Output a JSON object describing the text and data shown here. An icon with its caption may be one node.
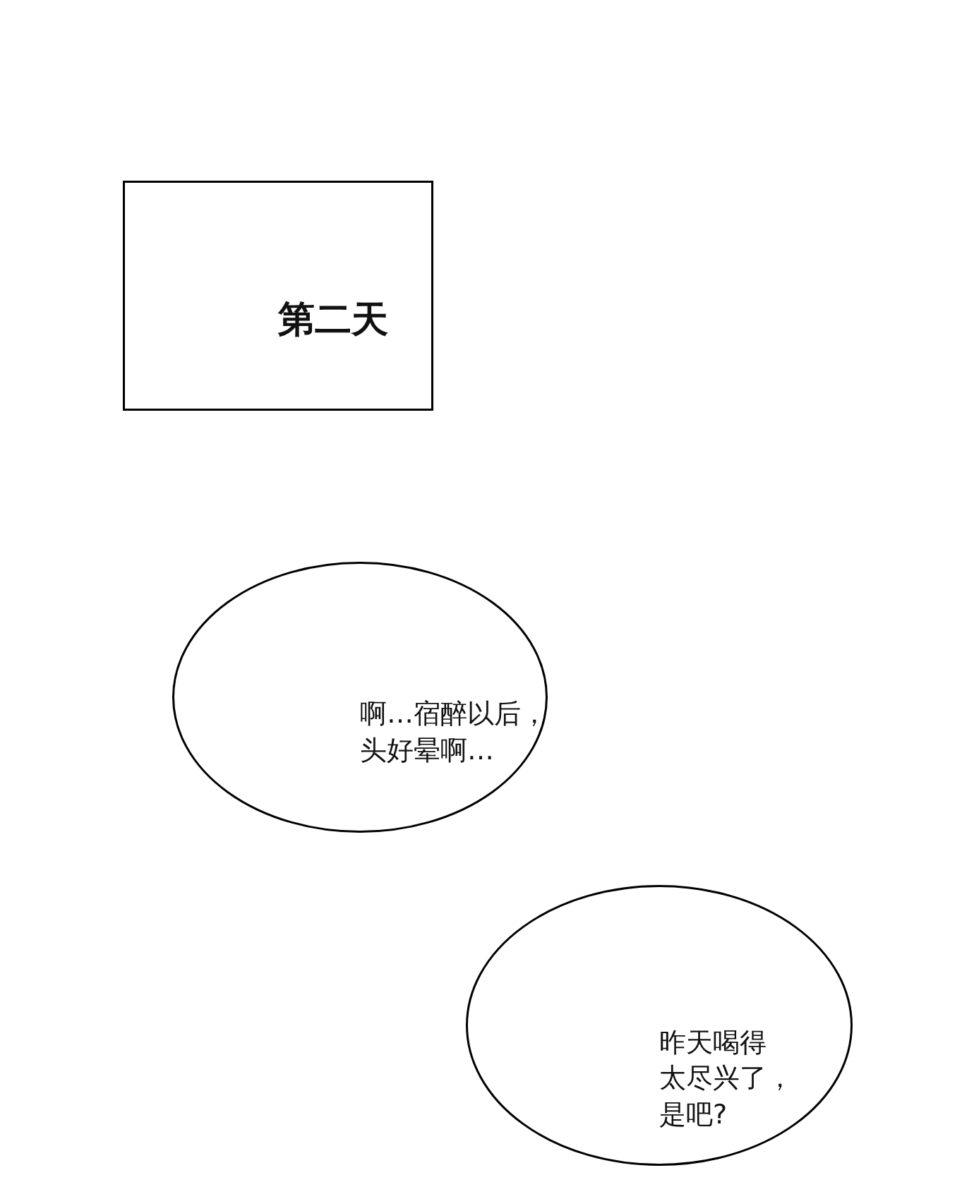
{
  "diagram": {
    "nodes": [
      {
        "text": [
          "第二天"
        ]
      },
      {
        "text": [
          "啊…宿醉以后，头好晕啊…"
        ]
      },
      {
        "text": [
          "昨天喝得太尽兴了，是吧?"
        ]
      }
    ],
    "edges": []
  }
}
